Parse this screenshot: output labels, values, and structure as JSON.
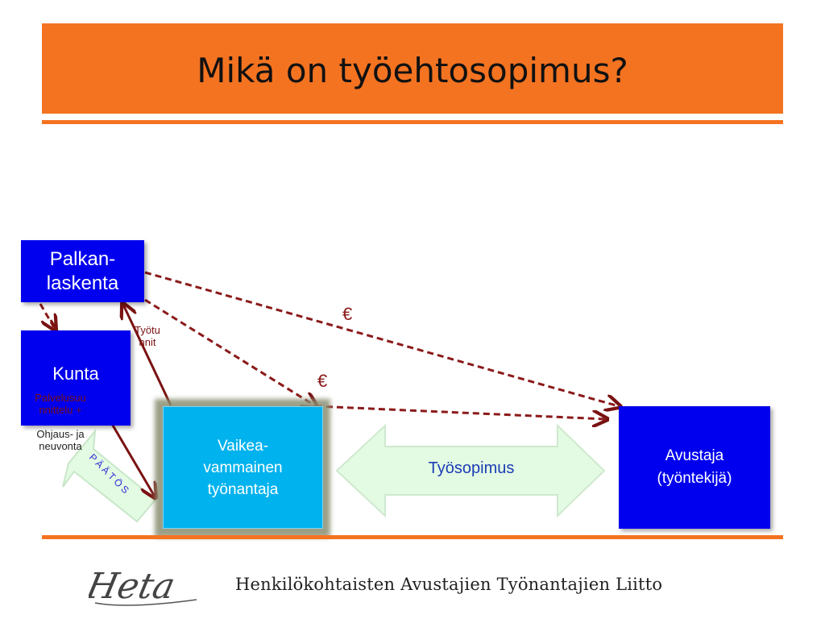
{
  "slide": {
    "title": "Mikä on työehtosopimus?",
    "boxes": {
      "palkanlaskenta": "Palkan-\nlaskenta",
      "kunta": "Kunta",
      "vaikea": "Vaikea-\nvammainen\ntyönantaja",
      "avustaja": "Avustaja\n(työntekijä)"
    },
    "labels": {
      "tyotunnit": "Työtu\nnnit",
      "palvelu": "Palvelusuu\nnnittelu +",
      "ohjaus": "Ohjaus- ja\nneuvonta",
      "paatos": "PÄÄTÖS",
      "tyosopimus": "Työsopimus"
    },
    "euro_symbols": [
      "€",
      "€"
    ]
  },
  "footer": {
    "logo_text": "Heta",
    "org_name": "Henkilökohtaisten Avustajien Työnantajien Liitto"
  },
  "colors": {
    "accent_orange": "#f47321",
    "box_blue": "#0000ee",
    "employer_cyan": "#00b2ee",
    "arrow_dark_red": "#7a1212",
    "contract_arrow_fill": "#e3fbe3"
  }
}
